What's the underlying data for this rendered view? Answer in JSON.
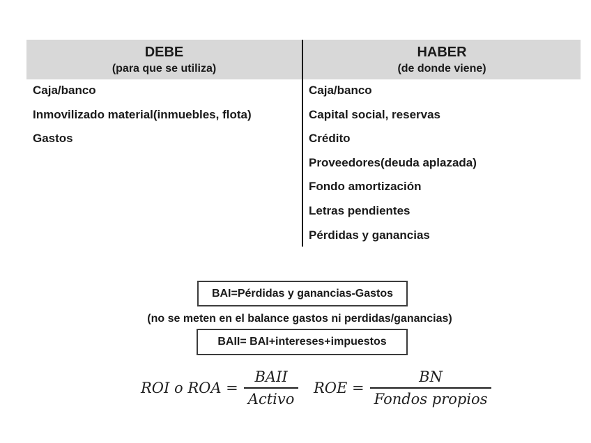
{
  "colors": {
    "page_bg": "#ffffff",
    "header_bg": "#d8d8d8",
    "text": "#1a1a1a",
    "box_border": "#3c3c3c",
    "divider": "#1a1a1a"
  },
  "table": {
    "debe": {
      "title": "DEBE",
      "subtitle": "(para que se utiliza)",
      "items": [
        "Caja/banco",
        "Inmovilizado material(inmuebles, flota)",
        "Gastos"
      ]
    },
    "haber": {
      "title": "HABER",
      "subtitle": "(de donde viene)",
      "items": [
        "Caja/banco",
        "Capital social, reservas",
        "Crédito",
        "Proveedores(deuda aplazada)",
        "Fondo amortización",
        "Letras pendientes",
        "Pérdidas y ganancias"
      ]
    }
  },
  "formulas": {
    "bai_box": "BAI=Pérdidas y ganancias-Gastos",
    "note": "(no se meten en el balance gastos ni perdidas/ganancias)",
    "baii_box": "BAII= BAI+intereses+impuestos",
    "roi": {
      "lhs": "ROI o ROA =",
      "num": "BAII",
      "den": "Activo"
    },
    "roe": {
      "lhs": "ROE =",
      "num": "BN",
      "den": "Fondos propios"
    }
  }
}
